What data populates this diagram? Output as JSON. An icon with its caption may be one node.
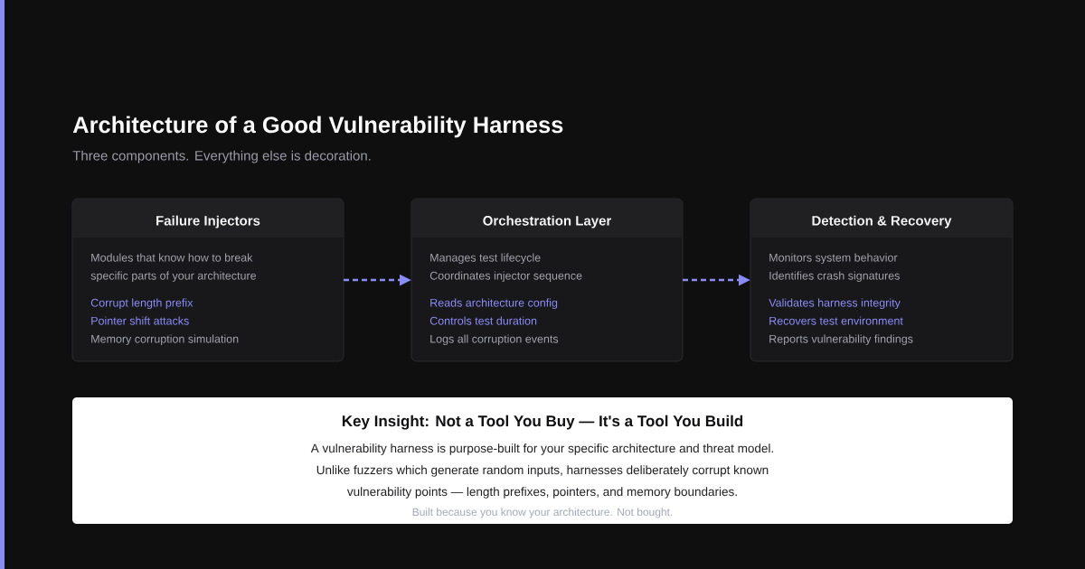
{
  "diagram": {
    "title": "Architecture of a Good Vulnerability Harness",
    "nodes": [
      {
        "text": [
          "Failure Injectors",
          "Modules that know how to break specific parts of your architecture",
          "Corrupt length prefix",
          "Pointer shift attacks",
          "Memory corruption simulation"
        ]
      },
      {
        "text": [
          "Orchestration Layer",
          "Manages test lifecycle",
          "Coordinates injector sequence",
          "Reads architecture config",
          "Controls test duration",
          "Logs all corruption events"
        ]
      },
      {
        "text": [
          "Detection & Recovery",
          "Monitors system behavior",
          "Identifies crash signatures",
          "Validates harness integrity",
          "Recovers test environment",
          "Reports vulnerability findings"
        ]
      },
      {
        "text": [
          "Key Insight: Not a Tool You Buy — It's a Tool You Build",
          "A vulnerability harness is purpose-built for your specific architecture and threat model. Unlike fuzzers which generate random inputs, harnesses deliberately corrupt known vulnerability points — length prefixes, pointers, and memory boundaries.",
          "Built because you know your architecture. Not bought."
        ]
      }
    ],
    "edges": [
      {
        "from": 0,
        "to": 1,
        "arrow": "to",
        "style": "dashed"
      },
      {
        "from": 1,
        "to": 2,
        "arrow": "to",
        "style": "dashed"
      }
    ],
    "labels": [
      "Three components. Everything else is decoration."
    ]
  }
}
